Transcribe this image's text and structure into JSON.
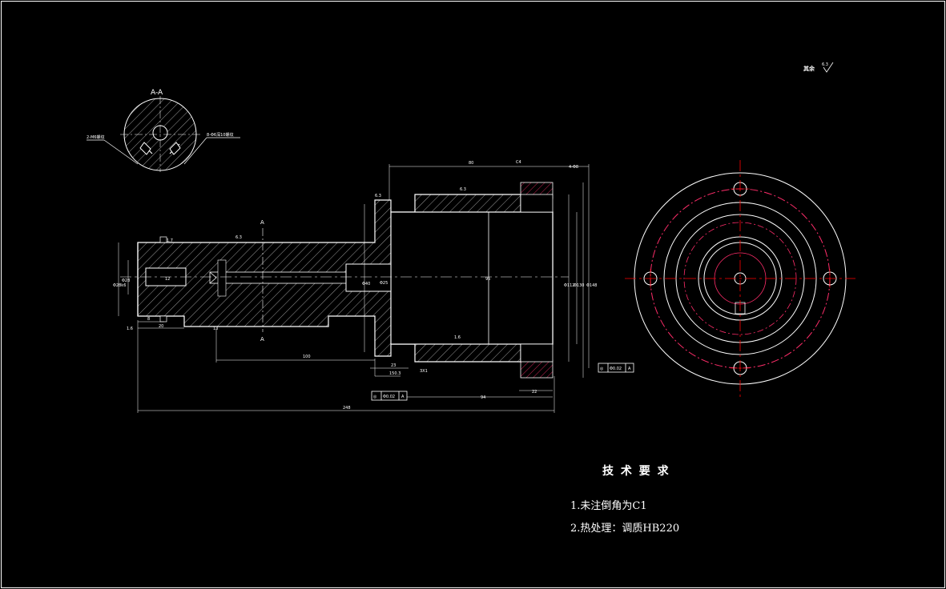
{
  "section_label": "A-A",
  "section_marks": [
    "A",
    "A"
  ],
  "roughness_note": "其余",
  "roughness_note_value": "6.3",
  "left_leaders": [
    "2-M6螺纹",
    "8-Φ6深10螺纹"
  ],
  "dimensions": {
    "d80": "80",
    "c4": "C4",
    "d4x6": "4-Φ8",
    "d6_3a": "6.3",
    "d6_3b": "6.3",
    "d6_3c": "6.3",
    "d1_6a": "1.6",
    "d1_6b": "1.6",
    "d1_7": "1.7",
    "d23": "23",
    "d20": "20",
    "d8": "8",
    "d12": "12",
    "d28": "Φ28",
    "d100": "100",
    "d13": "13",
    "d22": "22",
    "d94": "94",
    "d248": "248",
    "d3x1": "3X1",
    "d1503": "150.3",
    "d95": "95",
    "dphi40": "Φ40",
    "dphi112": "Φ112",
    "dphi130": "Φ130",
    "dphi148": "Φ148",
    "dphi25": "Φ25",
    "dk6": "Φ28k6"
  },
  "tolerance_frames": [
    {
      "symbol": "◎",
      "value": "Φ0.02",
      "datum": "A"
    },
    {
      "symbol": "◎",
      "value": "Φ0.02",
      "datum": "A"
    }
  ],
  "requirements": {
    "title": "技 术 要 求",
    "items": [
      "1.未注倒角为C1",
      "2.热处理：调质HB220"
    ]
  },
  "colors": {
    "background": "#000000",
    "line": "#ffffff",
    "center_line": "#ff0000",
    "hatch": "#ffffff",
    "highlight": "#ff2d6a"
  }
}
